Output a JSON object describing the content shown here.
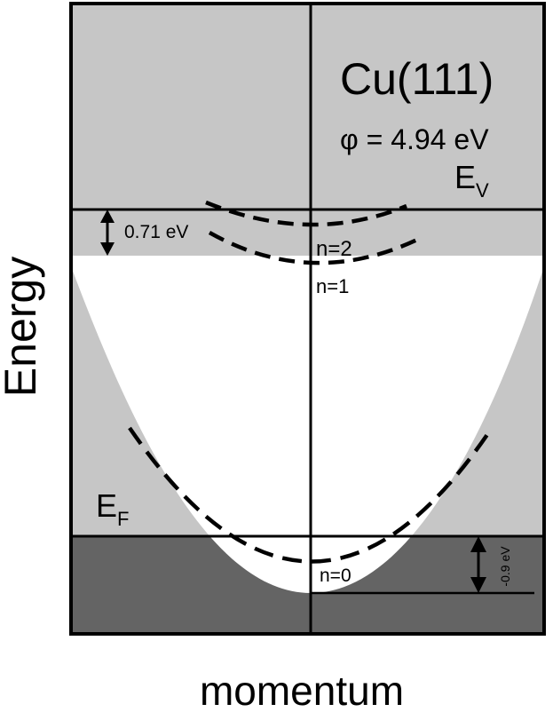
{
  "title": "Cu(111)",
  "work_function": "φ = 4.94 eV",
  "vacuum_level": {
    "symbol": "E",
    "subscript": "V"
  },
  "fermi_level": {
    "symbol": "E",
    "subscript": "F"
  },
  "gap_0_71": "0.71 eV",
  "gap_0_9": "-0.9 eV",
  "states": {
    "n0": "n=0",
    "n1": "n=1",
    "n2": "n=2"
  },
  "axis": {
    "y_label": "Energy",
    "x_label": "momentum"
  },
  "colors": {
    "vacuum_band": "#c6c6c6",
    "bulk_band": "#c6c6c6",
    "occupied_band": "#646464",
    "gap": "#ffffff",
    "lines": "#000000"
  }
}
